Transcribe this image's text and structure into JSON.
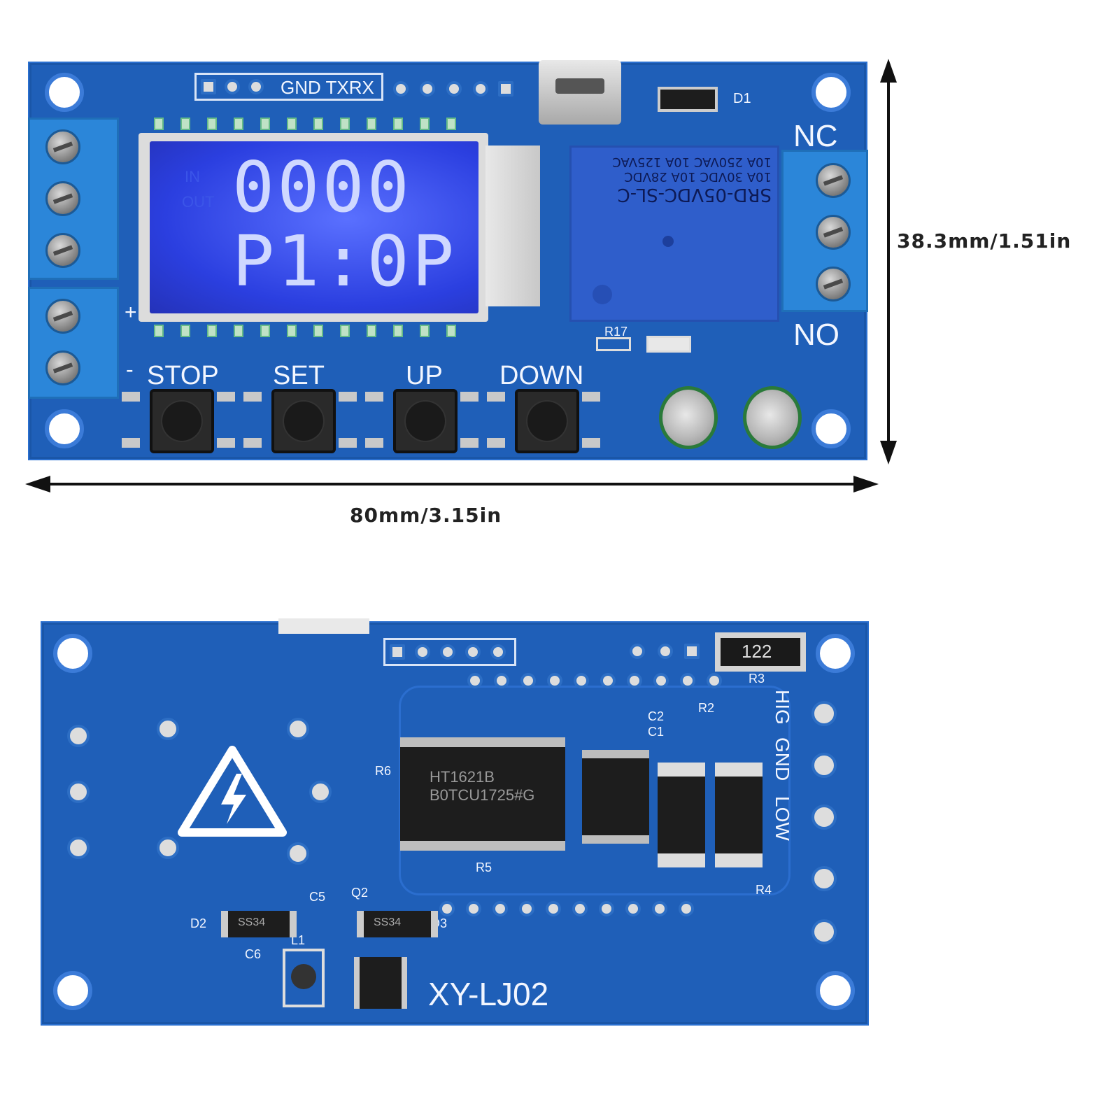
{
  "top_board": {
    "header_label": "GND TXRX",
    "lcd": {
      "line1": "0000",
      "line2": "P1:0P",
      "ghost_in": "IN",
      "ghost_out": "OUT"
    },
    "relay_lines": [
      "SRD-05VDC-SL-C",
      "10A 30VDC  10A 28VDC",
      "10A 250VAC  10A 125VAC"
    ],
    "button_labels": [
      "STOP",
      "SET",
      "UP",
      "DOWN"
    ],
    "minus_sign": "-",
    "plus_sign": "+",
    "relay_nc": "NC",
    "relay_no": "NO",
    "d1_label": "D1",
    "r17_label": "R17"
  },
  "dimensions": {
    "height_label": "38.3mm/1.51in",
    "width_label": "80mm/3.15in"
  },
  "bottom_board": {
    "model": "XY-LJ02",
    "ic_main_line1": "HT1621B",
    "ic_main_line2": "B0TCU1725#G",
    "resistor_r3_code": "122",
    "side_labels": [
      "HIG",
      "GND",
      "LOW"
    ],
    "components": [
      "R3",
      "C2",
      "C1",
      "R2",
      "R6",
      "R5",
      "R4",
      "Q2",
      "C5",
      "D2",
      "D3",
      "L1",
      "C6"
    ],
    "diode_marking": "SS34"
  },
  "colors": {
    "pcb": "#1f5fb8",
    "lcd_bg": "#2b3fe0",
    "lcd_text": "#cfd8ff",
    "terminal": "#2b86d9"
  }
}
